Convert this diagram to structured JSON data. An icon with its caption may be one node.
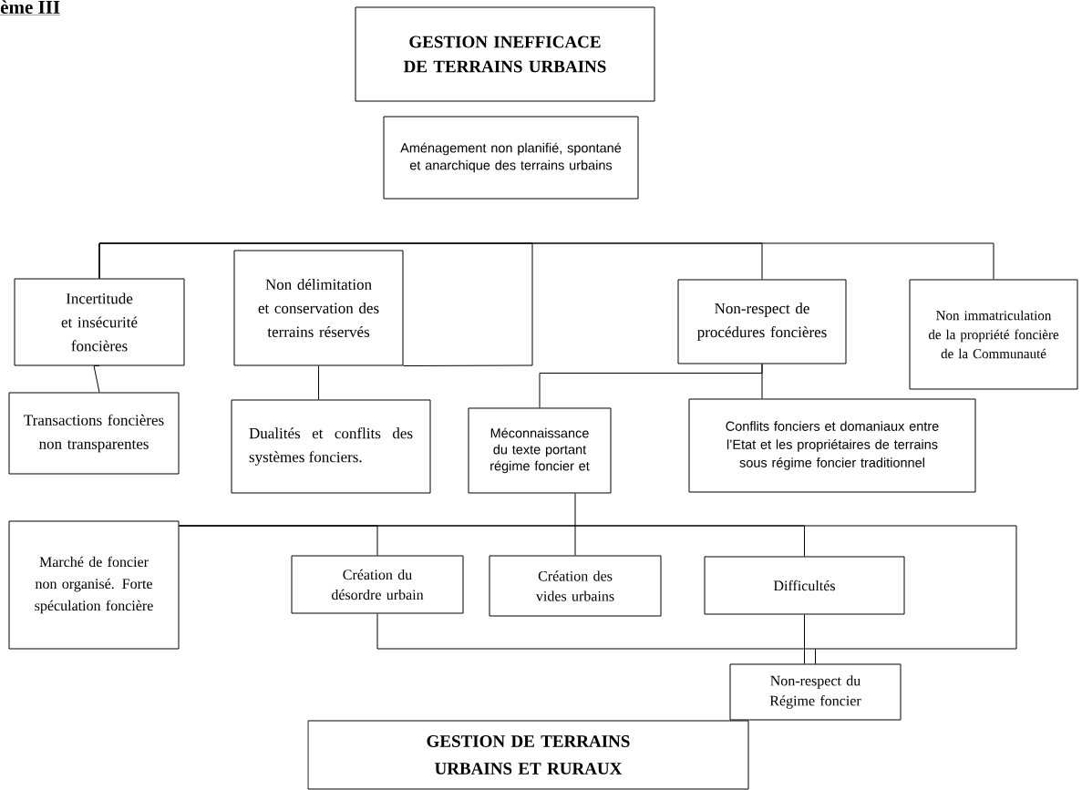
{
  "diagram": {
    "nodes": [
      {
        "text": [
          "GESTION INEFFICACE DE TERRAINS URBAINS"
        ]
      },
      {
        "text": [
          "Aménagement non planifié, spontané et anarchique des terrains urbains"
        ]
      },
      {
        "text": [
          "Incertitude et insécurité foncières"
        ]
      },
      {
        "text": [
          "Non délimitation et conservation des terrains réservés"
        ]
      },
      {
        "text": [
          "Non-respect de procédures foncières"
        ]
      },
      {
        "text": [
          "Non immatriculation de la propriété foncière de la Communauté"
        ]
      },
      {
        "text": [
          "Transactions foncières non transparentes"
        ]
      },
      {
        "text": [
          "Dualités et conflits des systèmes fonciers."
        ]
      },
      {
        "text": [
          "Méconnaissance du texte portant régime foncier et"
        ]
      },
      {
        "text": [
          "Conflits fonciers et domaniaux entre l’Etat et les propriétaires de terrains sous régime foncier traditionnel"
        ]
      },
      {
        "text": [
          "Marché de foncier non organisé. Forte spéculation foncière"
        ]
      },
      {
        "text": [
          "Création du désordre urbain"
        ]
      },
      {
        "text": [
          "Création des vides urbains"
        ]
      },
      {
        "text": [
          "Difficultés"
        ]
      },
      {
        "text": [
          "Non-respect du Régime foncier"
        ]
      },
      {
        "text": [
          "GESTION DE TERRAINS URBAINS ET RURAUX"
        ]
      }
    ],
    "edges": [
      {
        "from": 2,
        "to": 6,
        "arrow": "none"
      },
      {
        "from": 3,
        "to": 7,
        "arrow": "none"
      },
      {
        "from": 2,
        "to": 3,
        "arrow": "none"
      },
      {
        "from": 2,
        "to": 4,
        "arrow": "none"
      },
      {
        "from": 2,
        "to": 5,
        "arrow": "none"
      },
      {
        "from": 4,
        "to": 8,
        "arrow": "none"
      },
      {
        "from": 4,
        "to": 9,
        "arrow": "none"
      },
      {
        "from": 8,
        "to": 12,
        "arrow": "none"
      },
      {
        "from": 10,
        "to": 11,
        "arrow": "none"
      },
      {
        "from": 10,
        "to": 13,
        "arrow": "none"
      },
      {
        "from": 10,
        "to": 14,
        "arrow": "none"
      },
      {
        "from": 11,
        "to": 14,
        "arrow": "none"
      },
      {
        "from": 13,
        "to": 14,
        "arrow": "none"
      }
    ],
    "labels": [
      "ème III"
    ]
  }
}
